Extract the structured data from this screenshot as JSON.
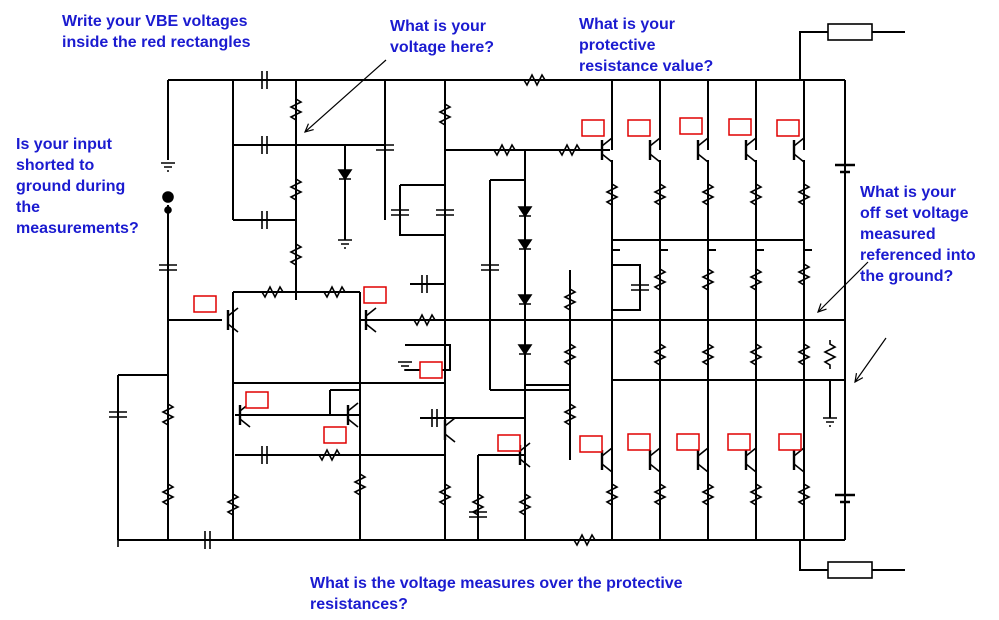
{
  "annotations": {
    "vbe_note": "Write your VBE voltages\ninside the red rectangles",
    "voltage_here": "What is your\nvoltage here?",
    "protective_resistance": "What is your\nprotective\nresistance value?",
    "input_shorted": "Is your input\nshorted to\nground during\nthe\nmeasurements?",
    "offset_voltage": "What is your\noff set voltage\nmeasured\nreferenced into\n the ground?",
    "voltage_over_resistances": "What is the voltage measures over the protective\nresistances?"
  },
  "colors": {
    "wire": "#000000",
    "note_text": "#1b1bd0",
    "vbe_box": "#e00000"
  }
}
